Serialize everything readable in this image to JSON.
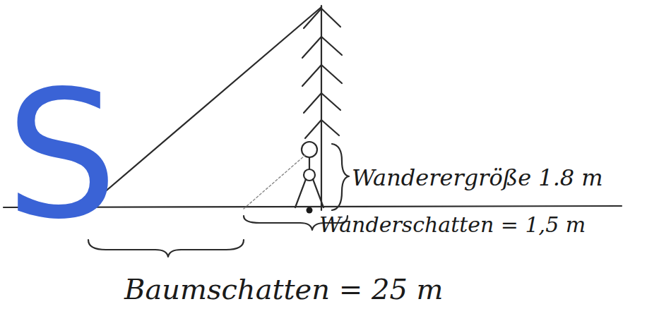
{
  "diagram": {
    "labels": [
      "S",
      "Wanderergröße 1.8 m",
      "Wanderschatten = 1,5 m",
      "Baumschatten = 25 m"
    ]
  }
}
